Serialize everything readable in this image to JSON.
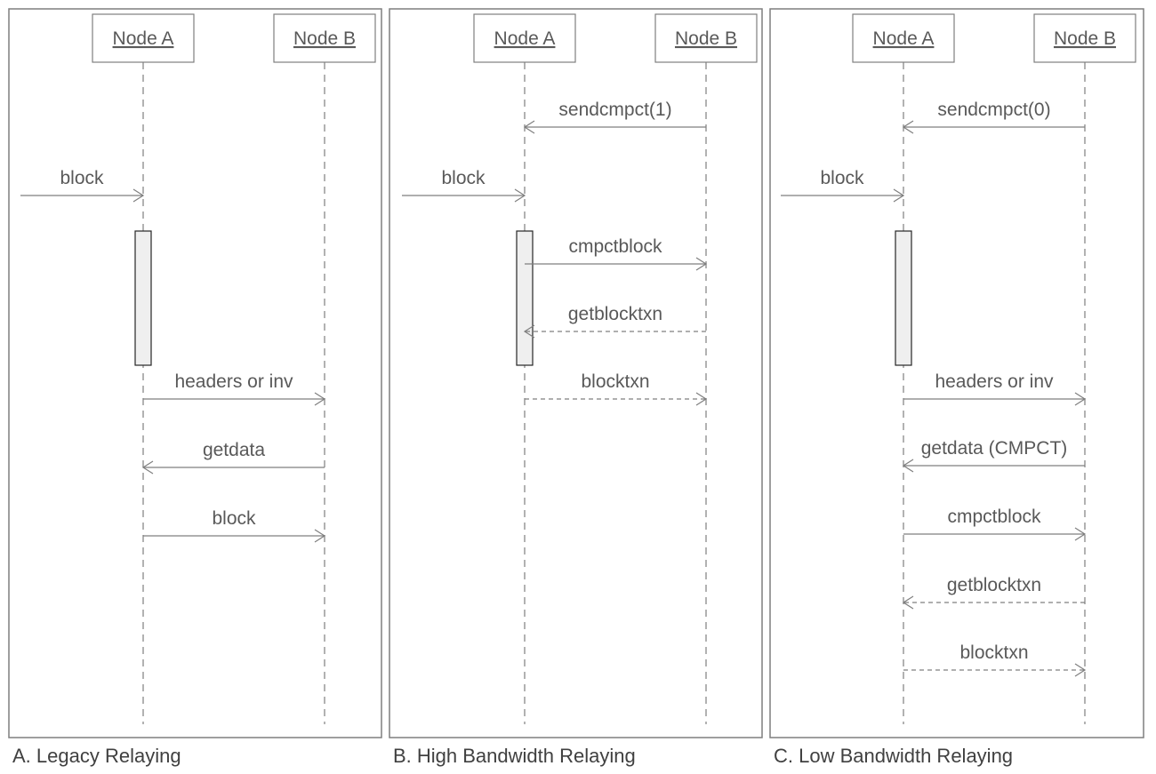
{
  "panels": [
    {
      "caption": "A. Legacy Relaying",
      "node_a": "Node A",
      "node_b": "Node B",
      "messages": [
        {
          "label": "block",
          "from": "external",
          "to": "A",
          "style": "solid"
        },
        {
          "label": "headers or inv",
          "from": "A",
          "to": "B",
          "style": "solid"
        },
        {
          "label": "getdata",
          "from": "B",
          "to": "A",
          "style": "solid"
        },
        {
          "label": "block",
          "from": "A",
          "to": "B",
          "style": "solid"
        }
      ]
    },
    {
      "caption": "B. High Bandwidth Relaying",
      "node_a": "Node A",
      "node_b": "Node B",
      "messages": [
        {
          "label": "sendcmpct(1)",
          "from": "B",
          "to": "A",
          "style": "solid"
        },
        {
          "label": "block",
          "from": "external",
          "to": "A",
          "style": "solid"
        },
        {
          "label": "cmpctblock",
          "from": "A",
          "to": "B",
          "style": "solid"
        },
        {
          "label": "getblocktxn",
          "from": "B",
          "to": "A",
          "style": "dashed"
        },
        {
          "label": "blocktxn",
          "from": "A",
          "to": "B",
          "style": "dashed"
        }
      ]
    },
    {
      "caption": "C. Low Bandwidth Relaying",
      "node_a": "Node A",
      "node_b": "Node B",
      "messages": [
        {
          "label": "sendcmpct(0)",
          "from": "B",
          "to": "A",
          "style": "solid"
        },
        {
          "label": "block",
          "from": "external",
          "to": "A",
          "style": "solid"
        },
        {
          "label": "headers or inv",
          "from": "A",
          "to": "B",
          "style": "solid"
        },
        {
          "label": "getdata (CMPCT)",
          "from": "B",
          "to": "A",
          "style": "solid"
        },
        {
          "label": "cmpctblock",
          "from": "A",
          "to": "B",
          "style": "solid"
        },
        {
          "label": "getblocktxn",
          "from": "B",
          "to": "A",
          "style": "dashed"
        },
        {
          "label": "blocktxn",
          "from": "A",
          "to": "B",
          "style": "dashed"
        }
      ]
    }
  ]
}
